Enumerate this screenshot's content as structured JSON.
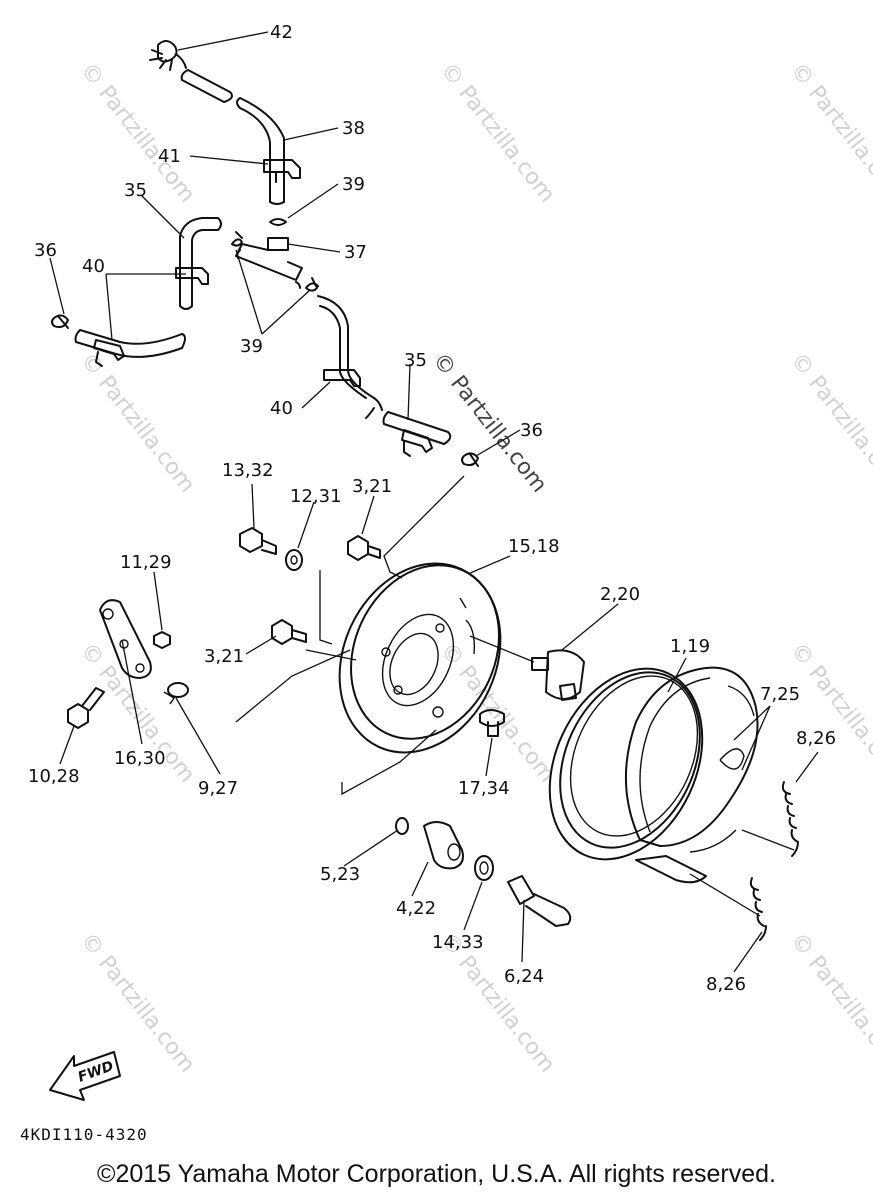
{
  "labels": [
    {
      "id": "42",
      "text": "42"
    },
    {
      "id": "38",
      "text": "38"
    },
    {
      "id": "41",
      "text": "41"
    },
    {
      "id": "39a",
      "text": "39"
    },
    {
      "id": "35a",
      "text": "35"
    },
    {
      "id": "37",
      "text": "37"
    },
    {
      "id": "36a",
      "text": "36"
    },
    {
      "id": "40a",
      "text": "40"
    },
    {
      "id": "39b",
      "text": "39"
    },
    {
      "id": "35b",
      "text": "35"
    },
    {
      "id": "40b",
      "text": "40"
    },
    {
      "id": "36b",
      "text": "36"
    },
    {
      "id": "13_32",
      "text": "13,32"
    },
    {
      "id": "12_31",
      "text": "12,31"
    },
    {
      "id": "3_21a",
      "text": "3,21"
    },
    {
      "id": "15_18",
      "text": "15,18"
    },
    {
      "id": "11_29",
      "text": "11,29"
    },
    {
      "id": "2_20",
      "text": "2,20"
    },
    {
      "id": "3_21b",
      "text": "3,21"
    },
    {
      "id": "1_19",
      "text": "1,19"
    },
    {
      "id": "7_25",
      "text": "7,25"
    },
    {
      "id": "8_26a",
      "text": "8,26"
    },
    {
      "id": "10_28",
      "text": "10,28"
    },
    {
      "id": "16_30",
      "text": "16,30"
    },
    {
      "id": "9_27",
      "text": "9,27"
    },
    {
      "id": "17_34",
      "text": "17,34"
    },
    {
      "id": "5_23",
      "text": "5,23"
    },
    {
      "id": "4_22",
      "text": "4,22"
    },
    {
      "id": "14_33",
      "text": "14,33"
    },
    {
      "id": "6_24",
      "text": "6,24"
    },
    {
      "id": "8_26b",
      "text": "8,26"
    }
  ],
  "fwd_label": "FWD",
  "diagram_code": "4KDI110-4320",
  "watermark": "© Partzilla.com",
  "copyright": "©2015 Yamaha Motor Corporation, U.S.A. All rights reserved."
}
